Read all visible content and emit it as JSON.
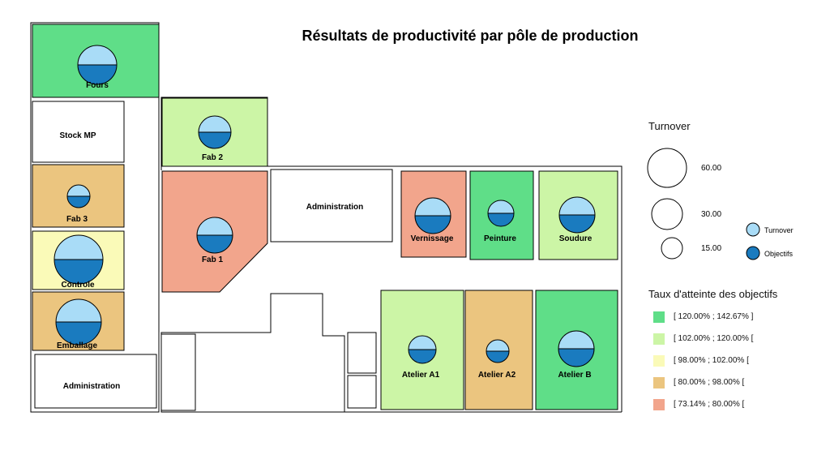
{
  "title": "Résultats de productivité par pôle de production",
  "colors": {
    "circle_top": "#a9dcf7",
    "circle_bottom": "#1a7bbf",
    "class_1": "#5fde88",
    "class_2": "#ccf5a6",
    "class_3": "#fafab8",
    "class_4": "#ebc57f",
    "class_5": "#f2a58c",
    "neutral": "#ffffff"
  },
  "zones": [
    {
      "name": "Fours",
      "class": 1,
      "turnover_ratio": 0.5
    },
    {
      "name": "Stock MP",
      "class": 0,
      "turnover_ratio": null
    },
    {
      "name": "Fab 2",
      "class": 2,
      "turnover_ratio": 0.5
    },
    {
      "name": "Fab 3",
      "class": 4,
      "turnover_ratio": 0.5
    },
    {
      "name": "Fab 1",
      "class": 5,
      "turnover_ratio": 0.5
    },
    {
      "name": "Controle",
      "class": 3,
      "turnover_ratio": 0.5
    },
    {
      "name": "Emballage",
      "class": 4,
      "turnover_ratio": 0.5
    },
    {
      "name": "Administration",
      "class": 0,
      "turnover_ratio": null
    },
    {
      "name": "Administration",
      "class": 0,
      "turnover_ratio": null
    },
    {
      "name": "Vernissage",
      "class": 5,
      "turnover_ratio": 0.5
    },
    {
      "name": "Peinture",
      "class": 1,
      "turnover_ratio": 0.5
    },
    {
      "name": "Soudure",
      "class": 2,
      "turnover_ratio": 0.5
    },
    {
      "name": "Atelier A1",
      "class": 2,
      "turnover_ratio": 0.5
    },
    {
      "name": "Atelier A2",
      "class": 4,
      "turnover_ratio": 0.5
    },
    {
      "name": "Atelier B",
      "class": 1,
      "turnover_ratio": 0.5
    }
  ],
  "legend_size": {
    "heading": "Turnover",
    "values": [
      "60.00",
      "30.00",
      "15.00"
    ]
  },
  "legend_symbols": {
    "turnover": "Turnover",
    "objectifs": "Objectifs"
  },
  "legend_classes": {
    "heading": "Taux d'atteinte des objectifs",
    "items": [
      {
        "label": "[ 120.00% ; 142.67% ]",
        "class": 1
      },
      {
        "label": "[ 102.00% ; 120.00% [",
        "class": 2
      },
      {
        "label": "[ 98.00% ; 102.00% [",
        "class": 3
      },
      {
        "label": "[ 80.00% ; 98.00% [",
        "class": 4
      },
      {
        "label": "[ 73.14% ; 80.00% [",
        "class": 5
      }
    ]
  }
}
